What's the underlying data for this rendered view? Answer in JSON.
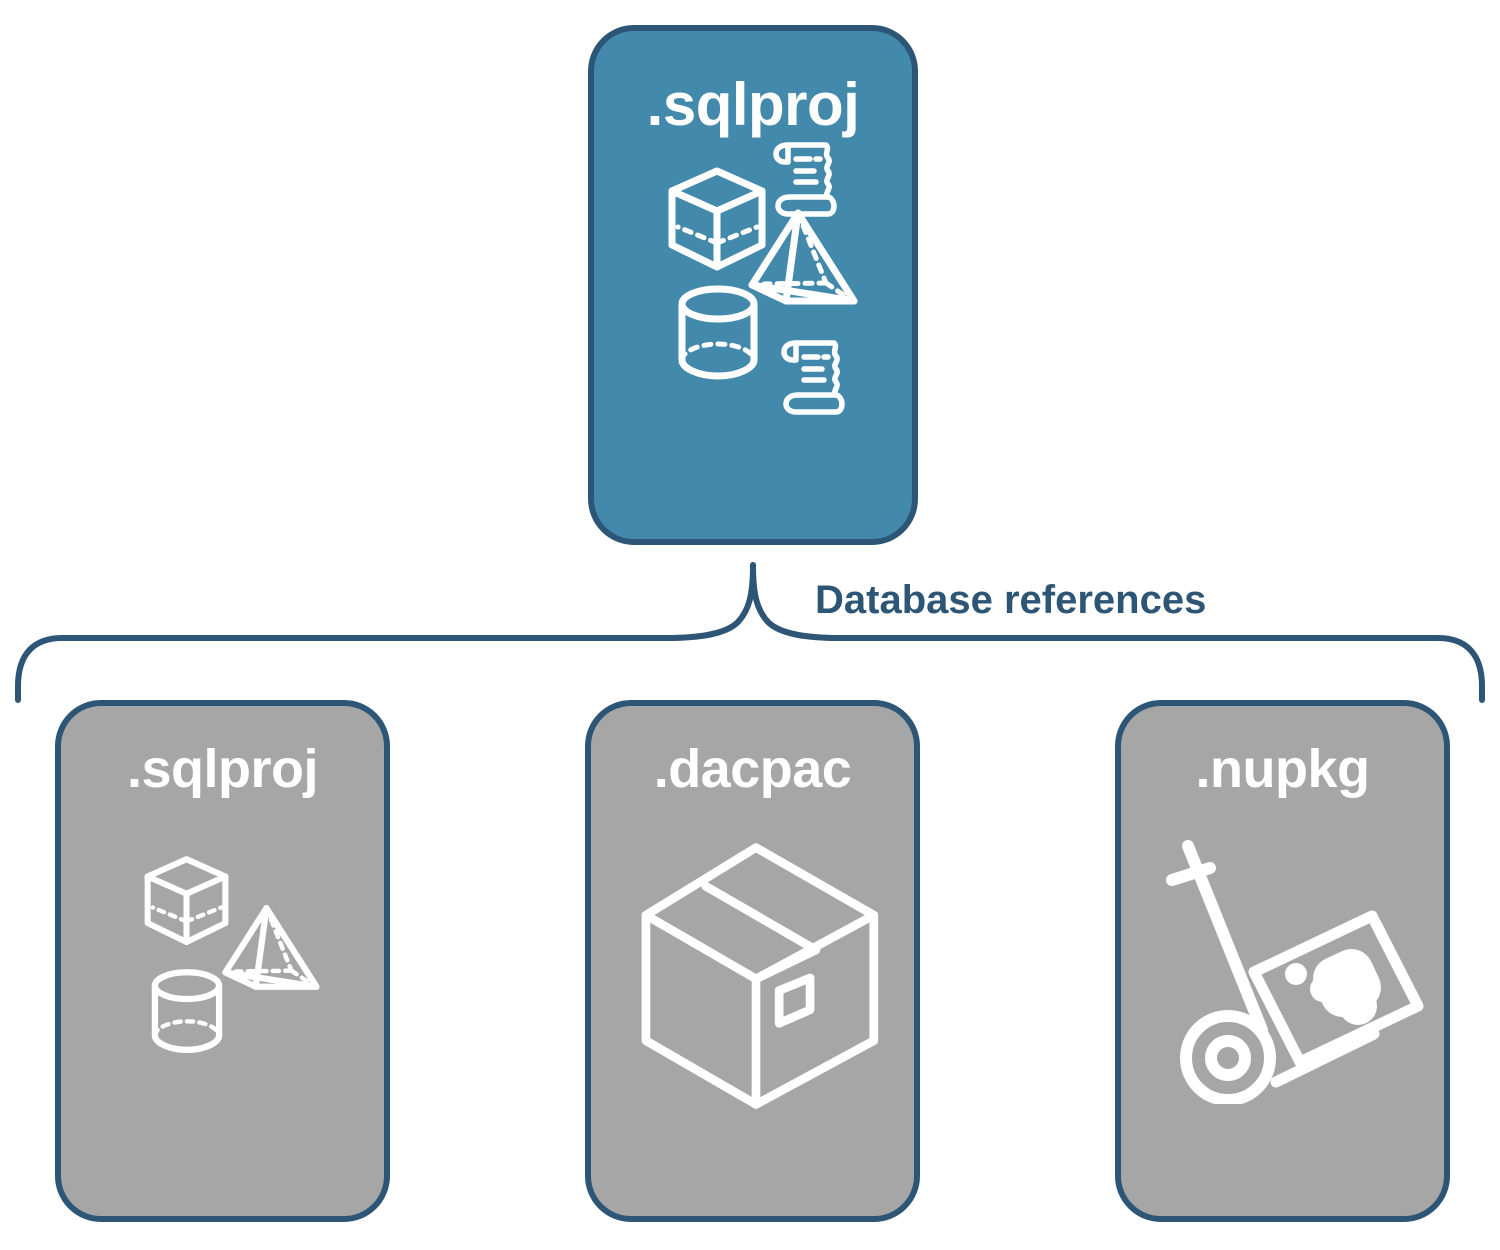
{
  "diagram": {
    "title_root": ".sqlproj",
    "connector_label": "Database references",
    "colors": {
      "primary_fill": "#4289ac",
      "secondary_fill": "#a6a6a6",
      "stroke": "#2d5676",
      "text_on_card": "#ffffff",
      "label_text": "#2d5676",
      "background": "#ffffff"
    },
    "root_node": {
      "label": ".sqlproj",
      "fill": "#4289ac",
      "icons": [
        "cube-icon",
        "script-scroll-icon",
        "pyramid-icon",
        "cylinder-icon",
        "script-scroll-icon"
      ]
    },
    "reference_nodes": [
      {
        "label": ".sqlproj",
        "fill": "#a6a6a6",
        "icons": [
          "cube-icon",
          "pyramid-icon",
          "cylinder-icon"
        ]
      },
      {
        "label": ".dacpac",
        "fill": "#a6a6a6",
        "icons": [
          "shipping-box-icon"
        ]
      },
      {
        "label": ".nupkg",
        "fill": "#a6a6a6",
        "icons": [
          "hand-truck-package-icon"
        ]
      }
    ]
  }
}
